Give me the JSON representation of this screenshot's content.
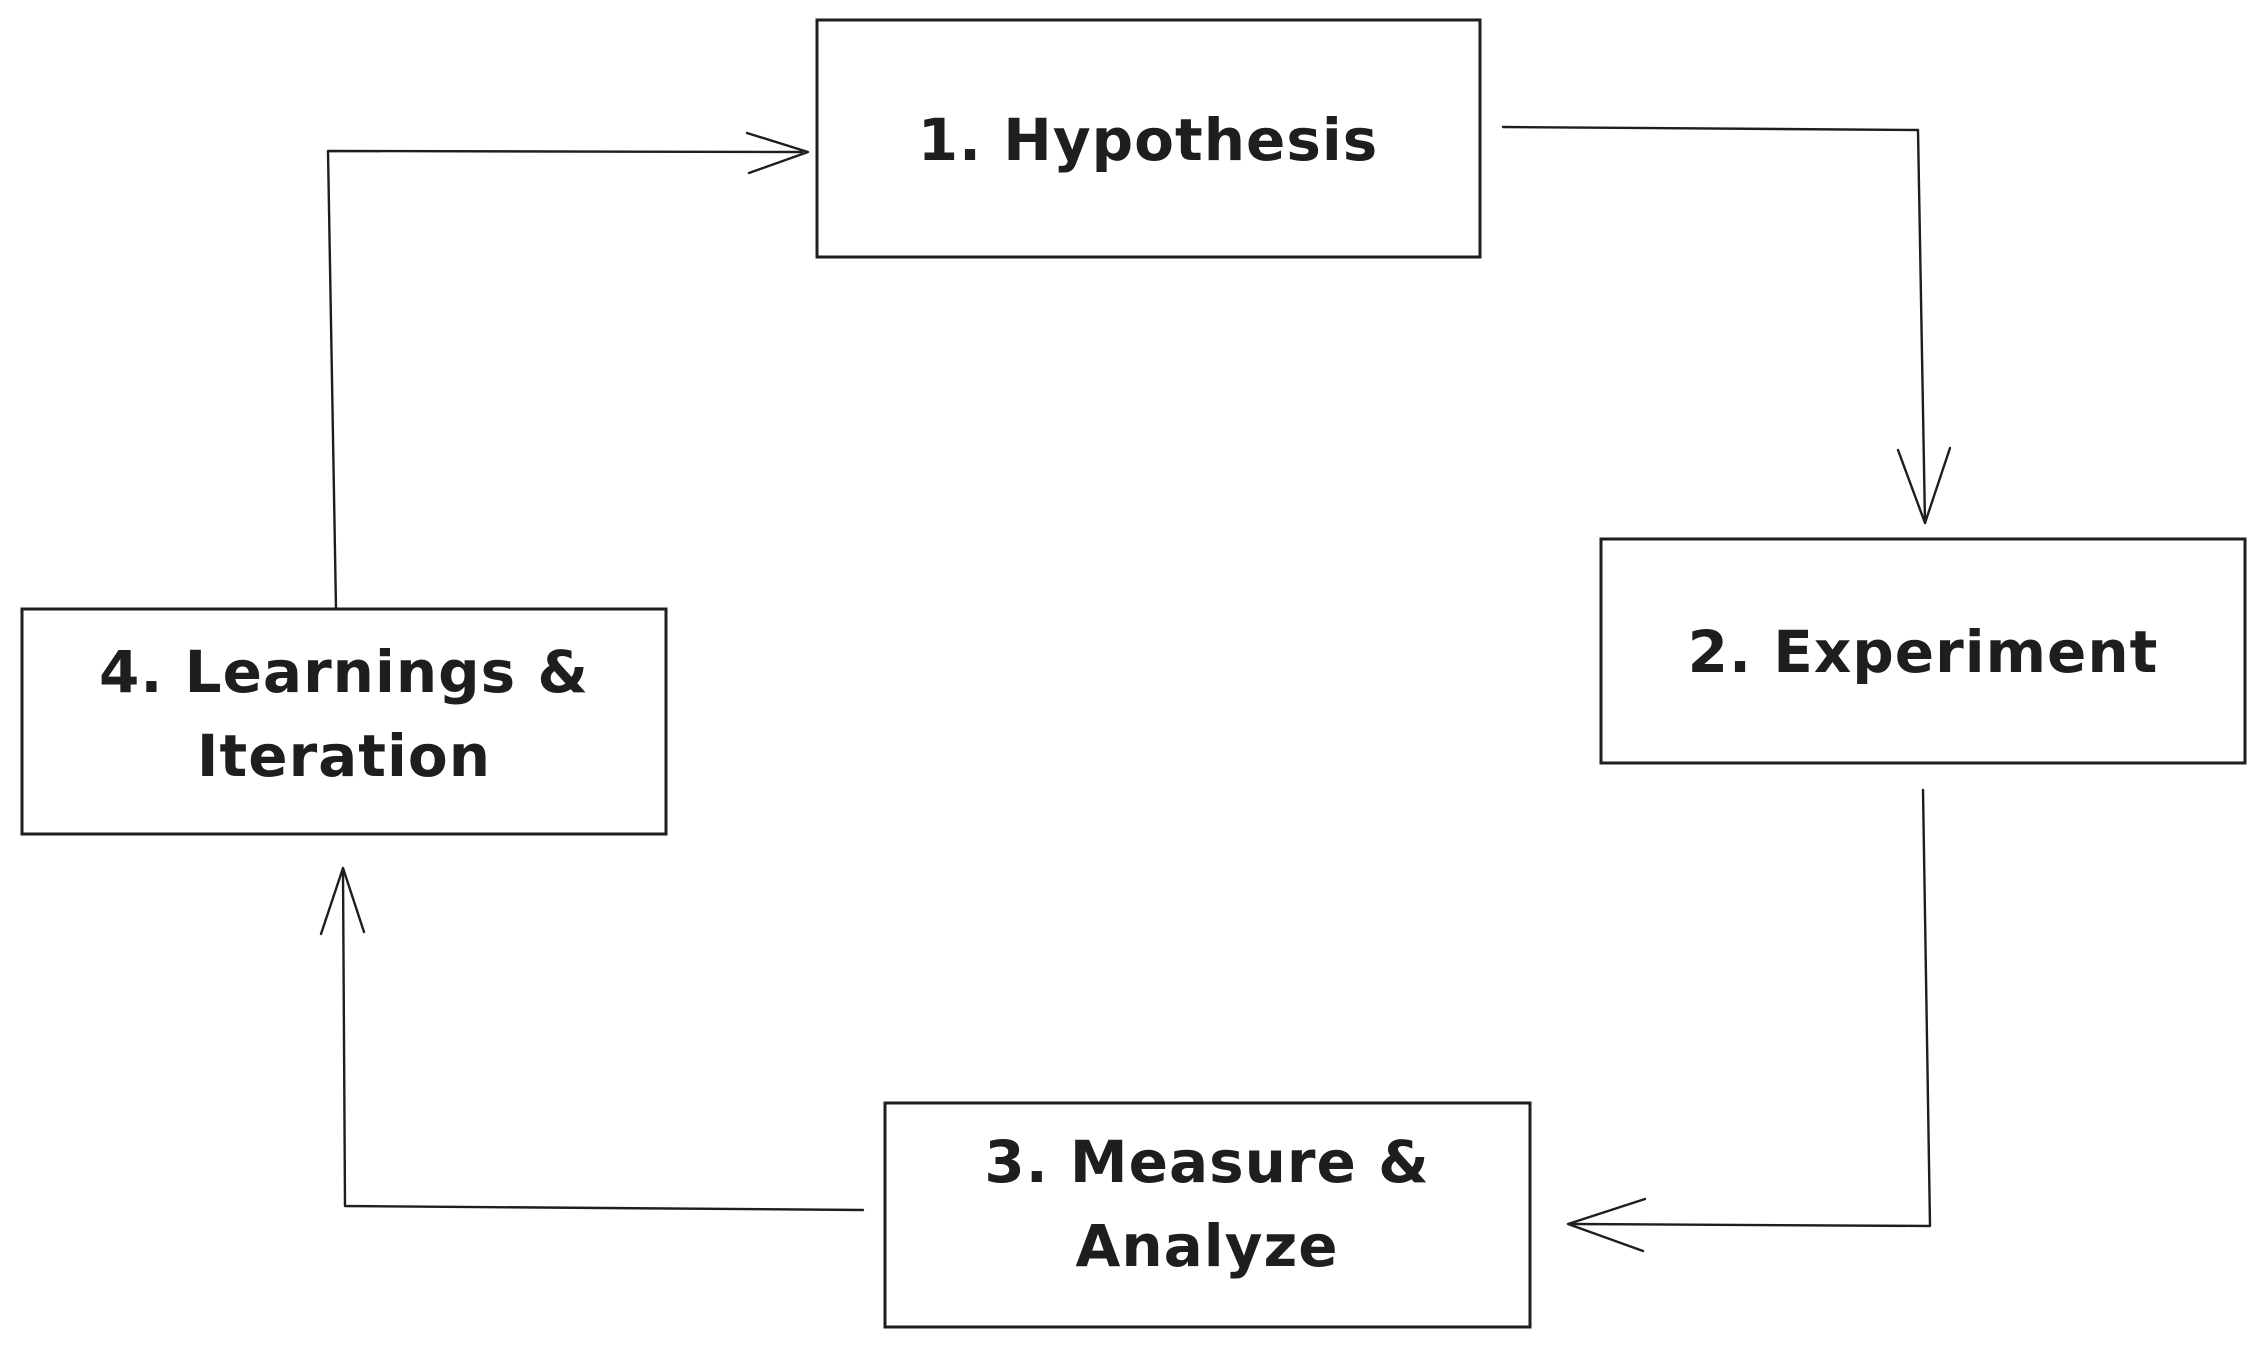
{
  "diagram": {
    "type": "flowchart-cycle",
    "style": "hand-drawn whiteboard (excalidraw-like)",
    "colors": {
      "background": "#ffffff",
      "stroke": "#1e1e1e",
      "node_fill": "#ffffff"
    },
    "nodes": [
      {
        "id": "hypothesis",
        "lines": [
          "1. Hypothesis"
        ]
      },
      {
        "id": "experiment",
        "lines": [
          "2. Experiment"
        ]
      },
      {
        "id": "measure-analyze",
        "lines": [
          "3. Measure &",
          "Analyze"
        ]
      },
      {
        "id": "learnings-iteration",
        "lines": [
          "4. Learnings &",
          "Iteration"
        ]
      }
    ],
    "edges": [
      {
        "from": "1. Hypothesis",
        "to": "2. Experiment",
        "direction": "right-then-down"
      },
      {
        "from": "2. Experiment",
        "to": "3. Measure & Analyze",
        "direction": "down-then-left"
      },
      {
        "from": "3. Measure & Analyze",
        "to": "4. Learnings & Iteration",
        "direction": "left-then-up"
      },
      {
        "from": "4. Learnings & Iteration",
        "to": "1. Hypothesis",
        "direction": "up-then-right"
      }
    ]
  }
}
